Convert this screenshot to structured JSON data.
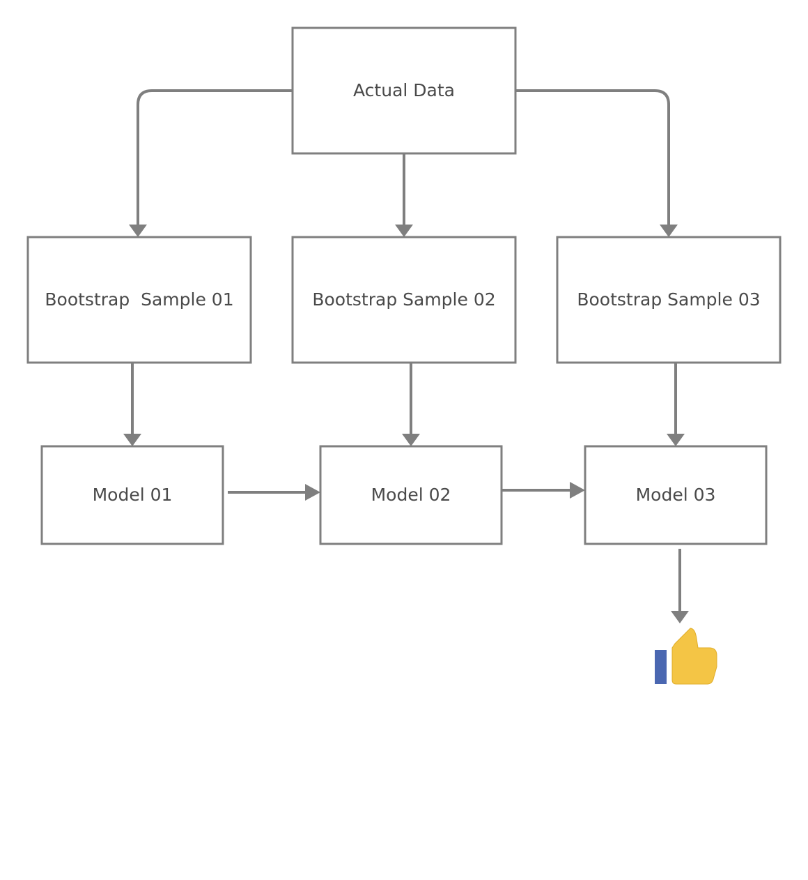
{
  "diagram": {
    "nodes": {
      "actual_data": "Actual Data",
      "sample_01": "Bootstrap  Sample 01",
      "sample_02": "Bootstrap Sample 02",
      "sample_03": "Bootstrap Sample 03",
      "model_01": "Model 01",
      "model_02": "Model 02",
      "model_03": "Model 03"
    },
    "icons": {
      "result": "thumbs-up-icon"
    },
    "colors": {
      "line": "#7f7f7f",
      "box_border": "#7f7f7f",
      "text": "#4a4a4a",
      "thumb_fill": "#f4c545",
      "cuff_fill": "#4a67b1"
    }
  }
}
